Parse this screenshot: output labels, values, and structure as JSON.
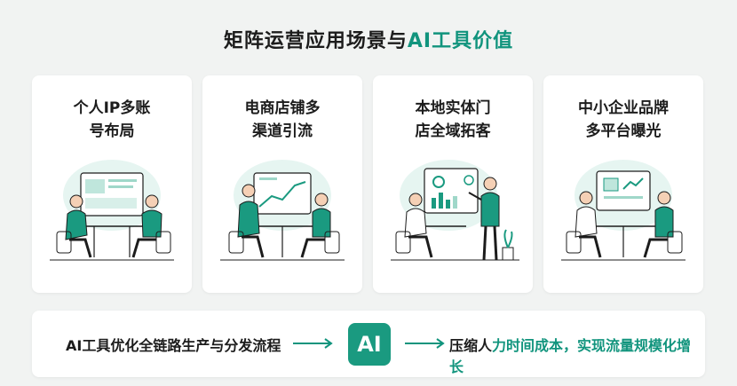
{
  "title": {
    "main": "矩阵运营应用场景与",
    "accent": "AI工具价值"
  },
  "cards": [
    {
      "line1": "个人IP多账",
      "line2": "号布局"
    },
    {
      "line1": "电商店铺多",
      "line2": "渠道引流"
    },
    {
      "line1": "本地实体门",
      "line2": "店全域拓客"
    },
    {
      "line1": "中小企业品牌",
      "line2": "多平台曝光"
    }
  ],
  "bottom": {
    "left_text": "AI工具优化全链路生产与分发流程",
    "ai_label": "AI",
    "right_text_plain": "压缩人",
    "right_text_accent": "力时间成本，实现流量规模化增长"
  },
  "colors": {
    "accent": "#11947d",
    "dark": "#1c1c1c",
    "card_bg": "#ffffff",
    "page_bg": "#f1f3f2"
  }
}
